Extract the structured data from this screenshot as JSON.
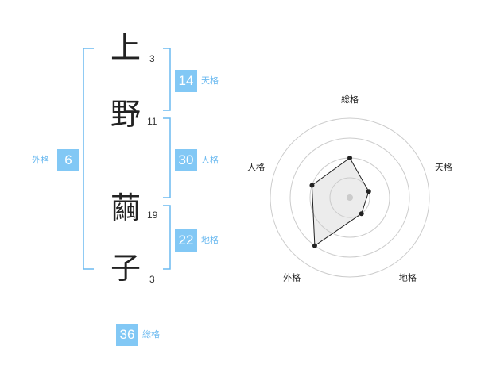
{
  "name": {
    "chars": [
      {
        "char": "上",
        "strokes": "3"
      },
      {
        "char": "野",
        "strokes": "11"
      },
      {
        "char": "繭",
        "strokes": "19"
      },
      {
        "char": "子",
        "strokes": "3"
      }
    ]
  },
  "kakusu": {
    "tenkaku": {
      "value": "14",
      "label": "天格"
    },
    "jinkaku": {
      "value": "30",
      "label": "人格"
    },
    "chikaku": {
      "value": "22",
      "label": "地格"
    },
    "gaikaku": {
      "value": "6",
      "label": "外格"
    },
    "soukaku": {
      "value": "36",
      "label": "総格"
    }
  },
  "colors": {
    "accent": "#82c8f5",
    "bracket": "#6cbaf0"
  },
  "chart_data": {
    "type": "radar",
    "axes": [
      "総格",
      "天格",
      "地格",
      "外格",
      "人格"
    ],
    "rings": 4,
    "values": [
      0.5,
      0.25,
      0.25,
      0.75,
      0.5
    ],
    "range": [
      0,
      1
    ],
    "grid": true
  }
}
